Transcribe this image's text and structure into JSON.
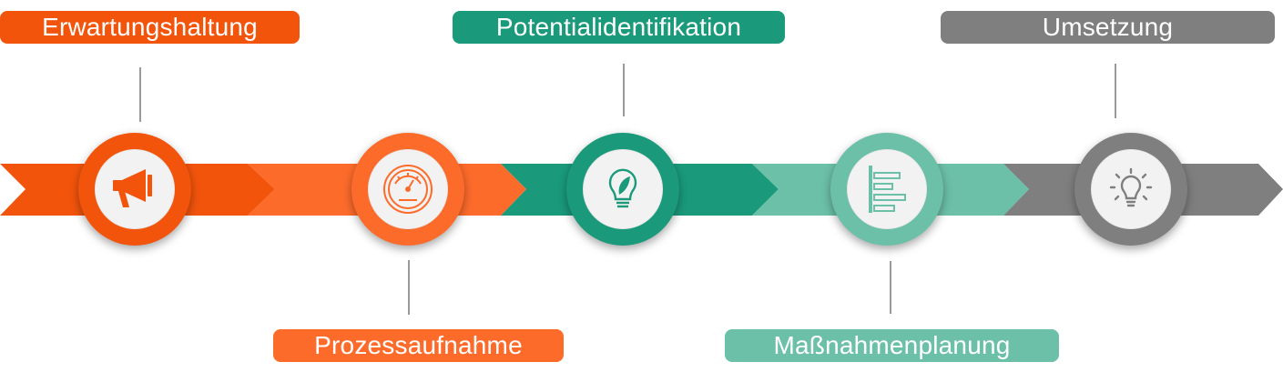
{
  "colors": {
    "orange_dark": "#f2540c",
    "orange_light": "#fd6b2b",
    "teal_dark": "#1a9a7b",
    "teal_light": "#6cc0a7",
    "gray": "#7f7f7f",
    "connector": "#9a9a9a"
  },
  "steps": [
    {
      "label": "Erwartungshaltung",
      "icon": "megaphone-icon",
      "color": "#f2540c"
    },
    {
      "label": "Prozessaufnahme",
      "icon": "gauge-icon",
      "color": "#fd6b2b"
    },
    {
      "label": "Potentialidentifikation",
      "icon": "lightbulb-leaf-icon",
      "color": "#1a9a7b"
    },
    {
      "label": "Maßnahmenplanung",
      "icon": "bar-chart-icon",
      "color": "#6cc0a7"
    },
    {
      "label": "Umsetzung",
      "icon": "lightbulb-rays-icon",
      "color": "#7f7f7f"
    }
  ]
}
